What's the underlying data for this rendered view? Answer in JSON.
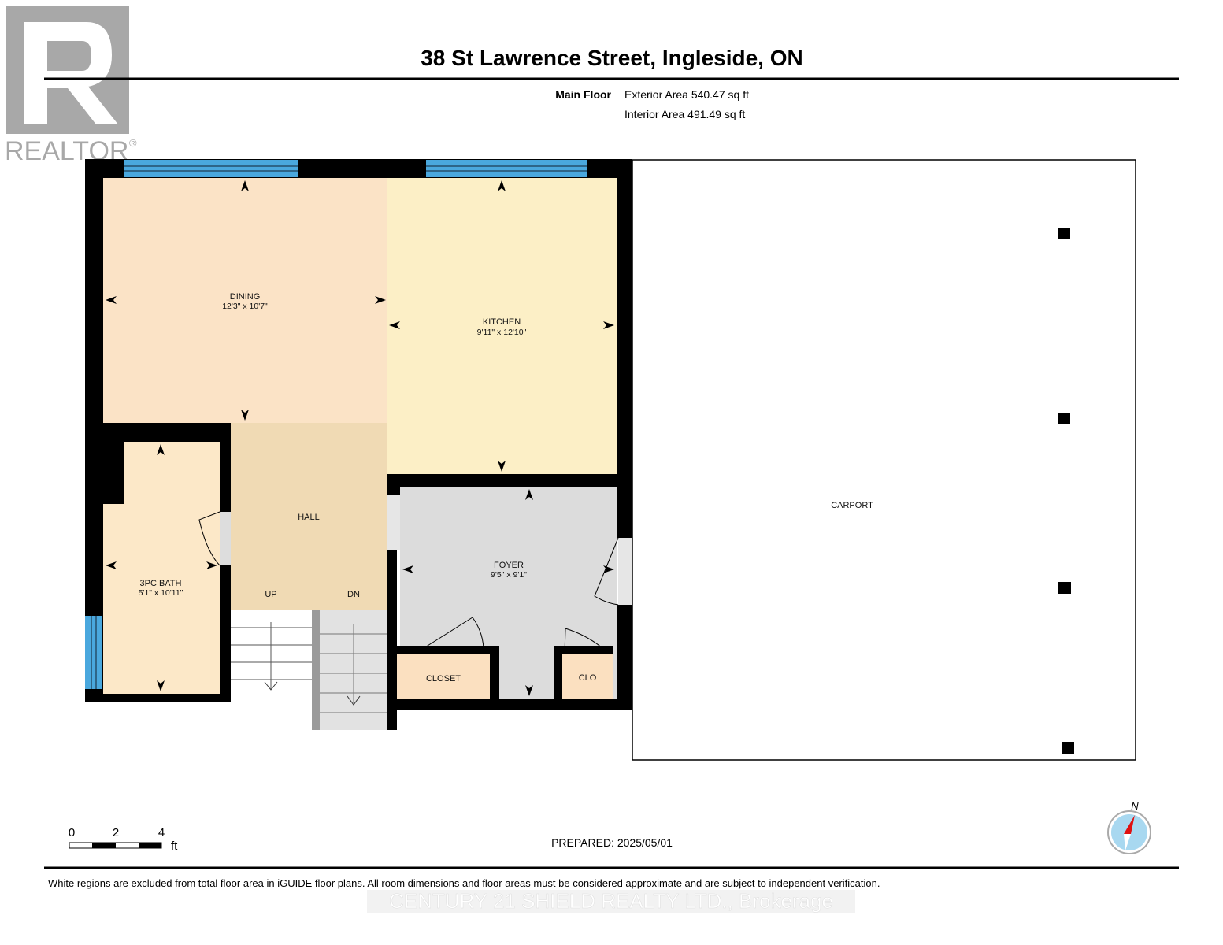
{
  "header": {
    "title": "38 St Lawrence Street, Ingleside, ON",
    "floor_name": "Main Floor",
    "exterior_area": "Exterior Area 540.47 sq ft",
    "interior_area": "Interior Area 491.49 sq ft"
  },
  "logo": {
    "text": "REALTOR",
    "mark": "®"
  },
  "rooms": {
    "dining": {
      "name": "DINING",
      "dims": "12'3\" x 10'7\""
    },
    "kitchen": {
      "name": "KITCHEN",
      "dims": "9'11\" x 12'10\""
    },
    "bath": {
      "name": "3PC BATH",
      "dims": "5'1\" x 10'11\""
    },
    "hall": {
      "name": "HALL"
    },
    "foyer": {
      "name": "FOYER",
      "dims": "9'5\" x 9'1\""
    },
    "closet": {
      "name": "CLOSET"
    },
    "clo": {
      "name": "CLO"
    },
    "carport": {
      "name": "CARPORT"
    }
  },
  "stairs": {
    "up": "UP",
    "down": "DN"
  },
  "scale": {
    "ticks": [
      "0",
      "2",
      "4"
    ],
    "unit": "ft"
  },
  "compass": {
    "label": "N"
  },
  "prepared": "PREPARED: 2025/05/01",
  "disclaimer": "White regions are excluded from total floor area in iGUIDE floor plans. All room dimensions and floor areas must be considered approximate and are subject to independent verification.",
  "watermark": "CENTURY 21 SHIELD REALTY LTD., Brokerage",
  "colors": {
    "window": "#4aa8de",
    "wall": "#000000",
    "dining": "#fbe3c6",
    "kitchen": "#fcefc6",
    "hall": "#f0dab4",
    "foyer": "#dcdcdc"
  }
}
